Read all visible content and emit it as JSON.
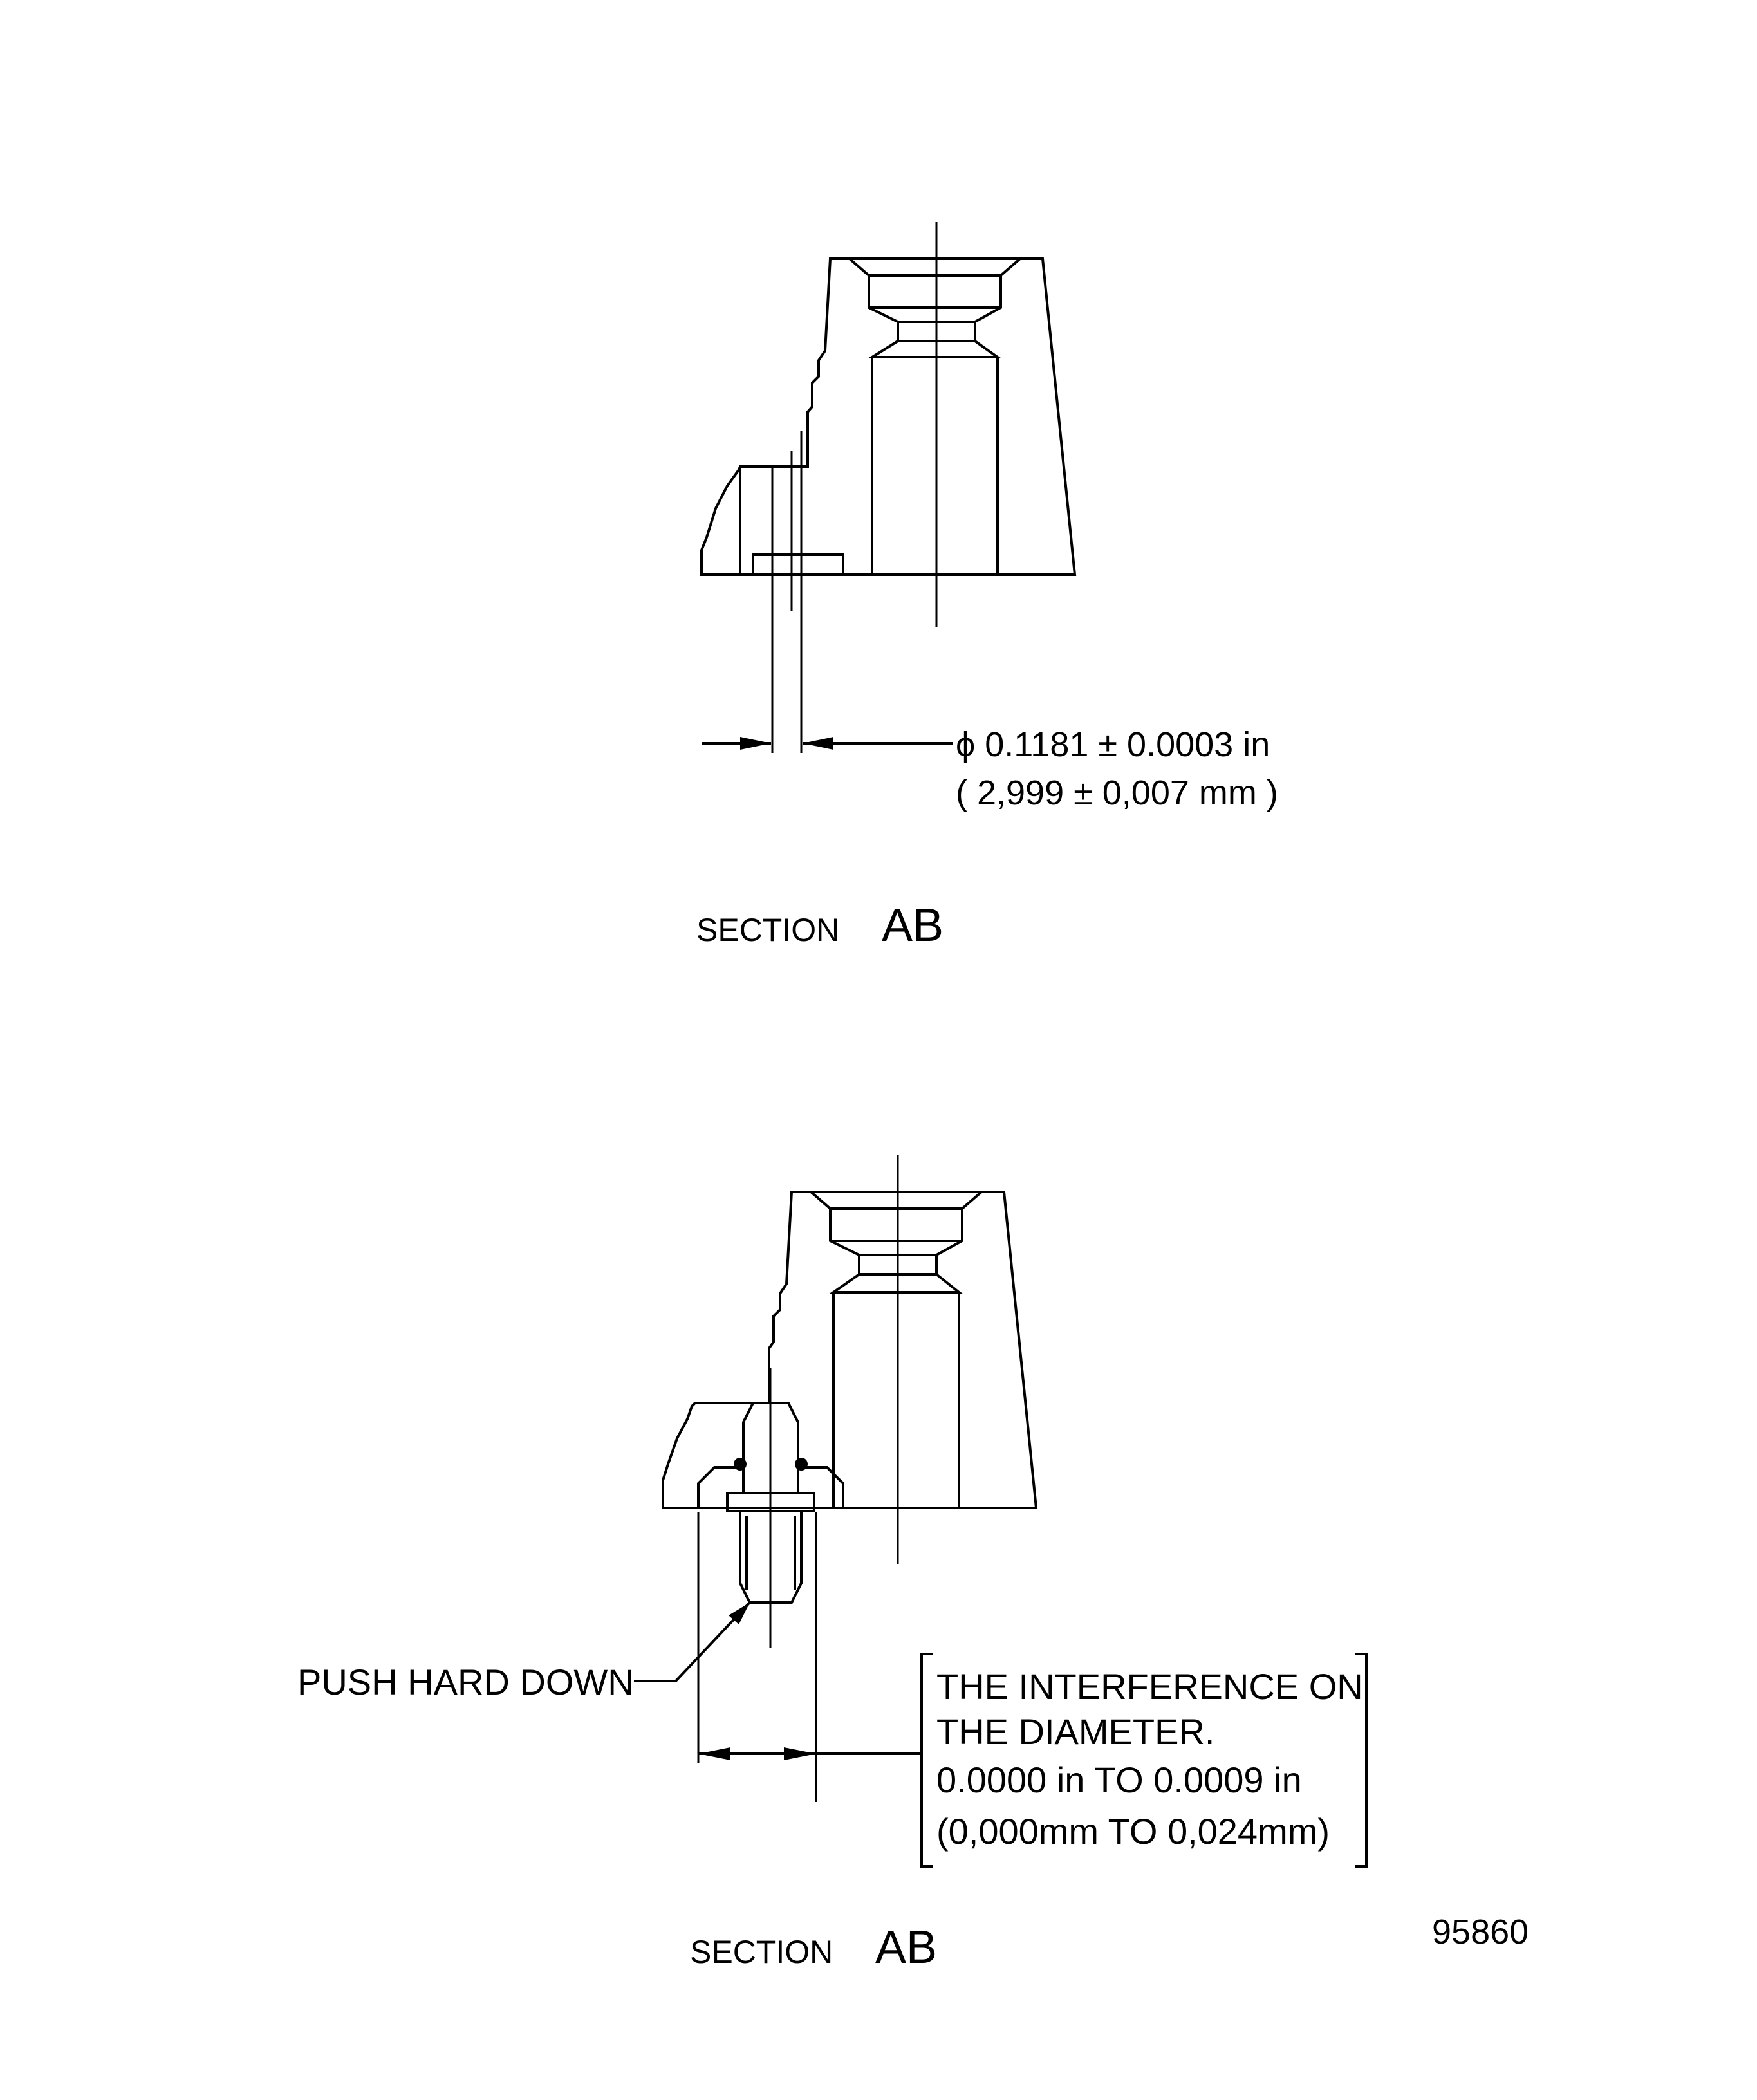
{
  "top_view": {
    "dimension_in": "ϕ 0.1181 ± 0.0003 in",
    "dimension_mm": "( 2,999 ± 0,007 mm )",
    "section_word": "SECTION",
    "section_id": "AB"
  },
  "bottom_view": {
    "leader_label": "PUSH HARD DOWN",
    "note_lines": [
      "THE   INTERFERENCE  ON",
      "THE  DIAMETER.",
      "0.0000 in   TO   0.0009 in",
      "(0,000mm  TO   0,024mm)"
    ],
    "section_word": "SECTION",
    "section_id": "AB"
  },
  "figure_number": "95860"
}
